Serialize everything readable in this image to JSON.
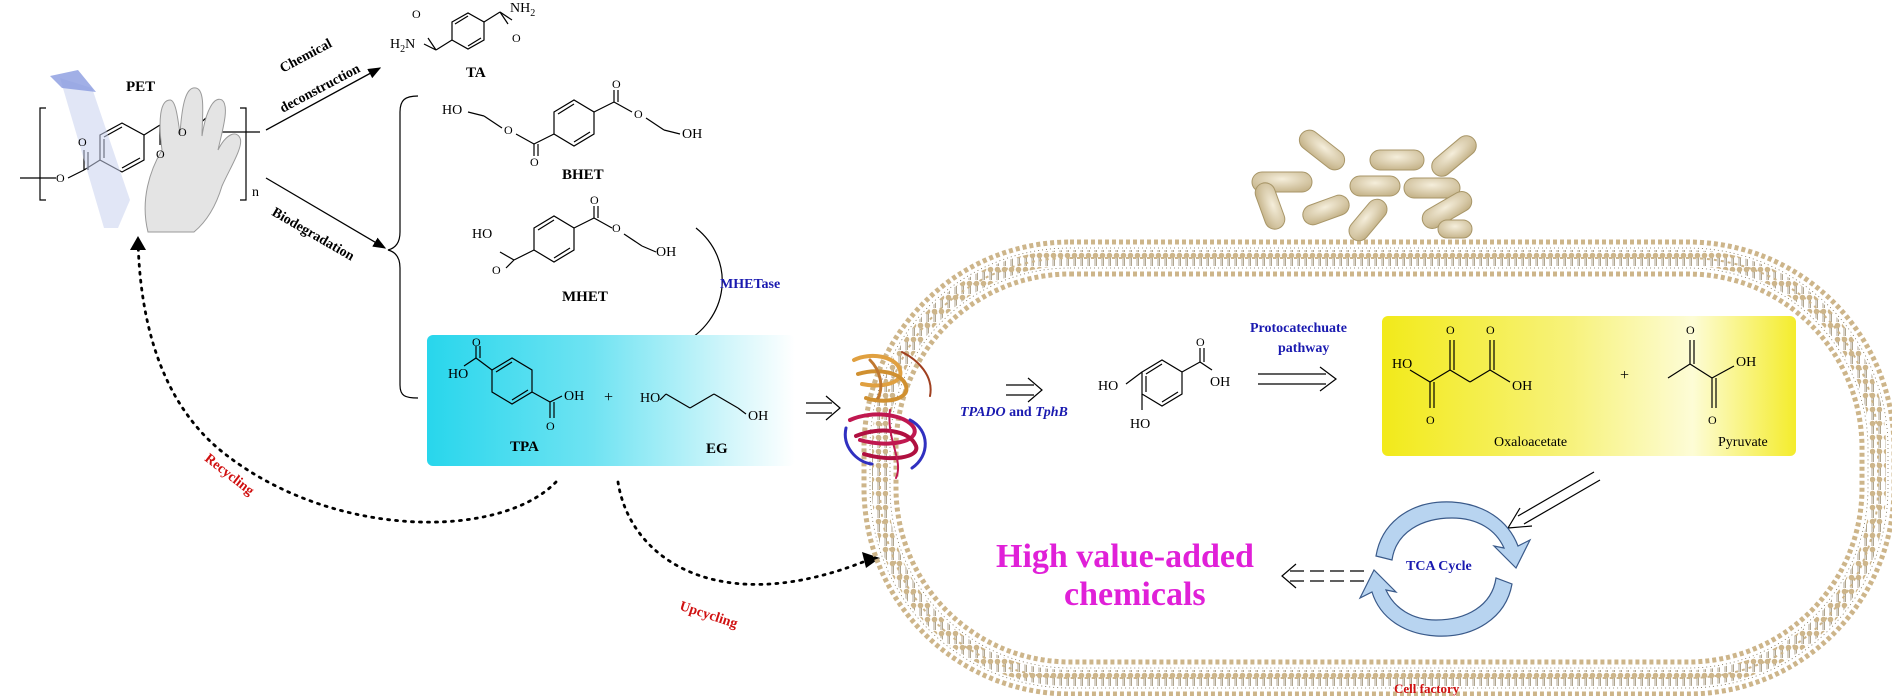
{
  "labels": {
    "pet": "PET",
    "n": "n",
    "chemical_deconstruction_1": "Chemical",
    "chemical_deconstruction_2": "deconstruction",
    "biodegradation": "Biodegradation",
    "ta": "TA",
    "bhet": "BHET",
    "mhet": "MHET",
    "mhetase": "MHETase",
    "tpa": "TPA",
    "eg": "EG",
    "plus1": "+",
    "recycling": "Recycling",
    "upcycling": "Upcycling",
    "tpado_1": "TPADO",
    "tpado_and": " and ",
    "tpado_2": "TphB",
    "protocatechuate_1": "Protocatechuate",
    "protocatechuate_2": "pathway",
    "oxaloacetate": "Oxaloacetate",
    "pyruvate": "Pyruvate",
    "plus2": "+",
    "tca_cycle": "TCA Cycle",
    "high_value_1": "High value-added",
    "high_value_2": "chemicals",
    "cell_factory": "Cell factory"
  },
  "chem_groups": {
    "nh2_ta_right": "NH2",
    "h2n_ta_left": "H2N",
    "o": "O",
    "ho": "HO",
    "oh": "OH"
  },
  "colors": {
    "cyan_box": "#28d6ec",
    "yellow_box": "#f2ea1a",
    "red_label": "#d01010",
    "blue_label": "#1a1ab0",
    "magenta_text": "#e020d8",
    "membrane": "#c8b48a",
    "tca_arrow": "#b8d4f0",
    "enzyme_orange": "#e0a040",
    "enzyme_red": "#c01850",
    "enzyme_blue": "#3030c0"
  }
}
